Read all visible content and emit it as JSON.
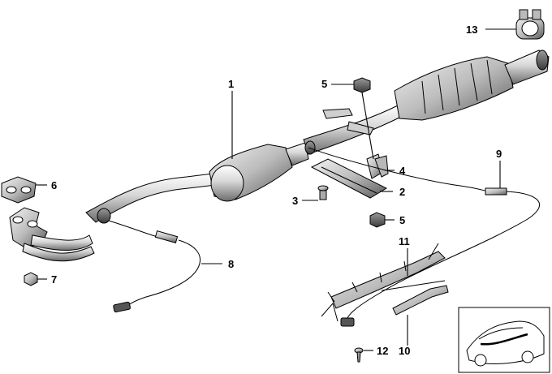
{
  "labels": {
    "p1": "1",
    "p2": "2",
    "p3": "3",
    "p4": "4",
    "p5a": "5",
    "p5b": "5",
    "p6": "6",
    "p7": "7",
    "p8": "8",
    "p9": "9",
    "p10": "10",
    "p11": "11",
    "p12": "12",
    "p13": "13"
  }
}
